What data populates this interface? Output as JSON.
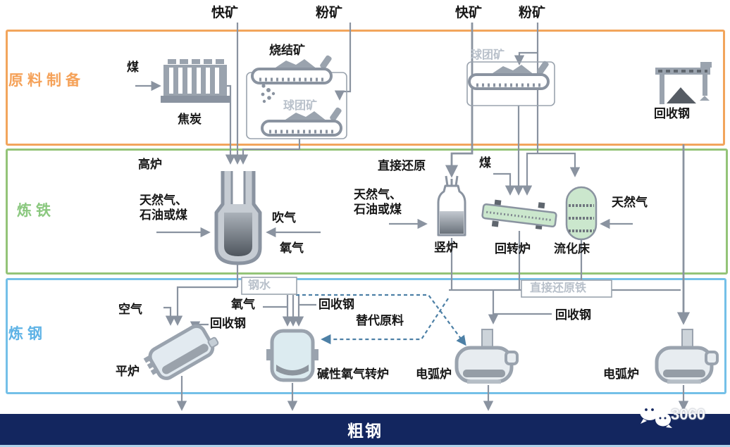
{
  "header": {
    "lump_ore_left": "快矿",
    "fine_ore_left": "粉矿",
    "lump_ore_right": "快矿",
    "fine_ore_right": "粉矿"
  },
  "bands": {
    "prep_label": "原料制备",
    "iron_label": "炼铁",
    "steel_label": "炼钢"
  },
  "labels": {
    "coal_prep": "煤",
    "coke": "焦炭",
    "sinter_ore": "烧结矿",
    "pellet_ore_left": "球团矿",
    "pellet_ore_right": "球团矿",
    "recycled_steel_prep": "回收钢",
    "blast_furnace": "高炉",
    "fuel_bf_line1": "天然气、",
    "fuel_bf_line2": "石油或煤",
    "blow_gas": "吹气",
    "oxygen_bf": "氧气",
    "direct_reduction": "直接还原",
    "fuel_dr_line1": "天然气、",
    "fuel_dr_line2": "石油或煤",
    "coal_kiln": "煤",
    "shaft_furnace": "竖炉",
    "rotary_kiln": "回转炉",
    "fluidized_bed": "流化床",
    "natural_gas": "天然气",
    "molten_steel": "钢水",
    "dri": "直接还原铁",
    "air": "空气",
    "oxygen_bof": "氧气",
    "recycled_steel_oh": "回收钢",
    "recycled_steel_bof": "回收钢",
    "alt_feed": "替代原料",
    "recycled_steel_eaf": "回收钢",
    "open_hearth": "平炉",
    "bof": "碱性氧气转炉",
    "eaf_left": "电弧炉",
    "eaf_right": "电弧炉"
  },
  "output_bar": {
    "crude_steel": "粗钢"
  },
  "watermark": {
    "number": "3060"
  },
  "colors": {
    "prep_accent": "#f2a55c",
    "iron_accent": "#8fc57d",
    "steel_accent": "#6fbce8",
    "line_gray": "#8a93a0",
    "dashed_blue": "#4d80a6",
    "navy": "#13265f",
    "light_label": "#b8c0ca"
  }
}
